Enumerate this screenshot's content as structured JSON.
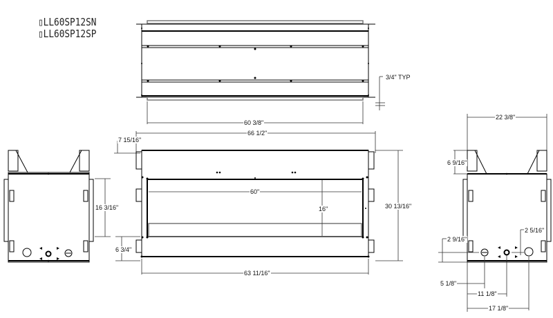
{
  "title": {
    "models": [
      "▯LL60SP12SN",
      "▯LL60SP12SP"
    ]
  },
  "top_view": {
    "typ_label": "3/4\" TYP",
    "width_label": "60 3/8\""
  },
  "front_view": {
    "overall_width": "66 1/2\"",
    "top_offset": "7 15/16\"",
    "opening_width": "60\"",
    "opening_height": "16\"",
    "overall_height": "30 13/16\"",
    "bottom_width": "63 11/16\"",
    "left_height": "16 3/16\"",
    "bottom_height": "6 3/4\""
  },
  "side_view_right": {
    "overall_depth": "22 3/8\"",
    "top_height": "6 9/16\"",
    "left_gas_height": "2 9/16\"",
    "right_gas_height": "2 5/16\"",
    "dim_a": "5 1/8\"",
    "dim_b": "11 1/8\"",
    "dim_c": "17 1/8\""
  }
}
